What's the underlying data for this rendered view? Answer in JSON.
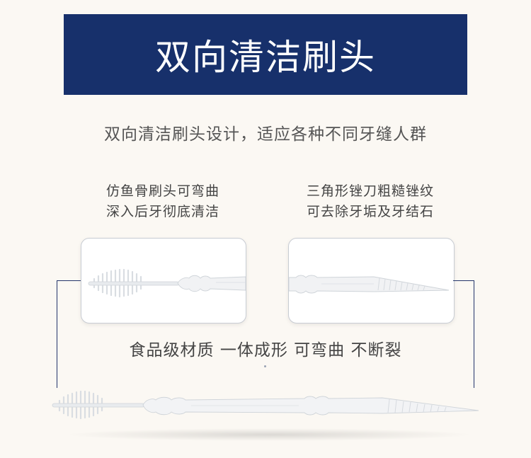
{
  "banner": {
    "title": "双向清洁刷头"
  },
  "subtitle": "双向清洁刷头设计，适应各种不同牙缝人群",
  "features": {
    "left": {
      "line1": "仿鱼骨刷头可弯曲",
      "line2": "深入后牙彻底清洁"
    },
    "right": {
      "line1": "三角形锉刀粗糙锉纹",
      "line2": "可去除牙垢及牙结石"
    }
  },
  "properties": "食品级材质  一体成形  可弯曲  不断裂",
  "icons": [
    "fishbone-brush-head",
    "file-tip",
    "double-ended-floss-pick"
  ],
  "colors": {
    "banner": "#17306b",
    "background": "#fbf8f3",
    "accent_line": "#23356b"
  }
}
